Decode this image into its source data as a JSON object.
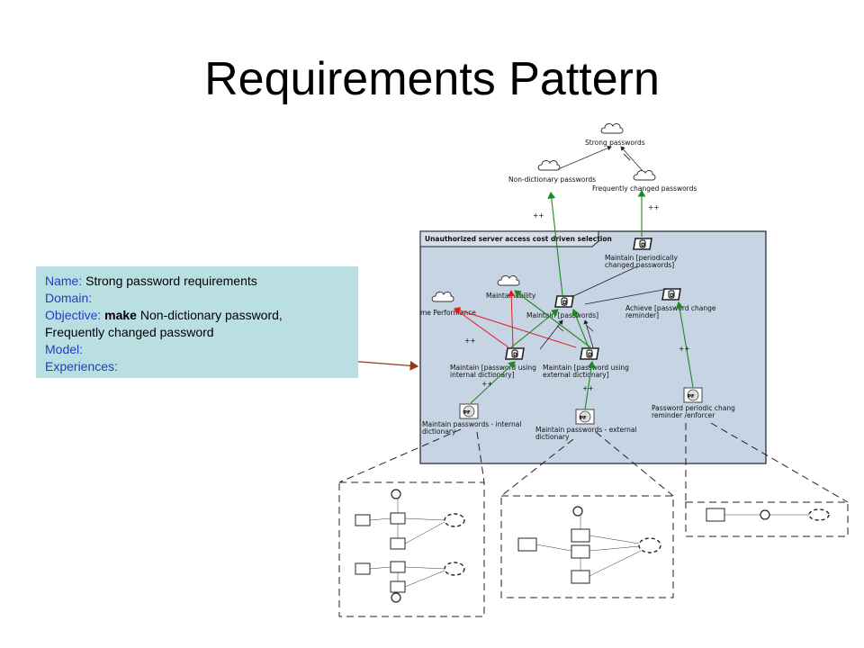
{
  "title": "Requirements Pattern",
  "info": {
    "name_key": "Name:",
    "name_val": "Strong password requirements",
    "domain_key": "Domain:",
    "objective_key": "Objective:",
    "objective_bold": "make",
    "objective_val": "Non-dictionary password,",
    "objective_val2": "Frequently changed password",
    "model_key": "Model:",
    "experiences_key": "Experiences:"
  },
  "diagram": {
    "goals": {
      "strong": "Strong passwords",
      "nondict": "Non-dictionary passwords",
      "freq": "Frequently changed passwords",
      "performance": "me Performance",
      "maintainability": "Maintainability"
    },
    "frame_title": "Unauthorized server access cost driven selection",
    "tasks": {
      "periodic_1": "Maintain [periodically",
      "periodic_2": "changed passwords]",
      "passwords": "Maintain [passwords]",
      "achieve_1": "Achieve [password change",
      "achieve_2": "reminder]",
      "internal_1": "Maintain [password using",
      "internal_2": "internal dictionary]",
      "external_1": "Maintain [password using",
      "external_2": "external dictionary]",
      "pf_internal_1": "Maintain passwords - internal",
      "pf_internal_2": "dictionary",
      "pf_external_1": "Maintain passwords - external",
      "pf_external_2": "dictionary",
      "pf_reminder_1": "Password periodic chang",
      "pf_reminder_2": "reminder /enforcer"
    },
    "contrib": [
      "++",
      "++",
      "++",
      "++",
      "++",
      "++"
    ],
    "pf_badge": "PF",
    "d_badge": "D",
    "colors": {
      "frame_fill": "#c7d4e4",
      "frame_title_fill": "#d6dee9",
      "green": "#1d8a1d",
      "red": "#e02020",
      "arrow": "#8b3a1a"
    }
  }
}
